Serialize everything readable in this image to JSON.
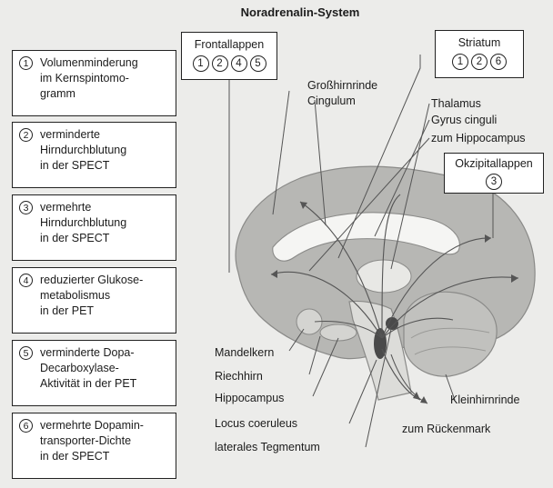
{
  "title": "Noradrenalin-System",
  "legend": [
    {
      "num": "1",
      "lines": [
        "Volumenminderung",
        "im Kernspintomo-",
        "gramm"
      ]
    },
    {
      "num": "2",
      "lines": [
        "verminderte",
        "Hirndurchblutung",
        "in der SPECT"
      ]
    },
    {
      "num": "3",
      "lines": [
        "vermehrte",
        "Hirndurchblutung",
        "in der SPECT"
      ]
    },
    {
      "num": "4",
      "lines": [
        "reduzierter Glukose-",
        "metabolismus",
        "in der PET"
      ]
    },
    {
      "num": "5",
      "lines": [
        "verminderte Dopa-",
        "Decarboxylase-",
        "Aktivität in der PET"
      ]
    },
    {
      "num": "6",
      "lines": [
        "vermehrte Dopamin-",
        "transporter-Dichte",
        "in der SPECT"
      ]
    }
  ],
  "regions": {
    "frontallappen": {
      "title": "Frontallappen",
      "nums": [
        "1",
        "2",
        "4",
        "5"
      ]
    },
    "striatum": {
      "title": "Striatum",
      "nums": [
        "1",
        "2",
        "6"
      ]
    },
    "okzipitallappen": {
      "title": "Okzipitallappen",
      "nums": [
        "3"
      ]
    }
  },
  "labels": {
    "grosshirnrinde": "Großhirnrinde",
    "cingulum": "Cingulum",
    "thalamus": "Thalamus",
    "gyrus_cinguli": "Gyrus cinguli",
    "zum_hippocampus": "zum Hippocampus",
    "mandelkern": "Mandelkern",
    "riechhirn": "Riechhirn",
    "hippocampus": "Hippocampus",
    "locus_coeruleus": "Locus coeruleus",
    "laterales_tegmentum": "laterales Tegmentum",
    "kleinhirnrinde": "Kleinhirnrinde",
    "zum_rueckenmark": "zum Rückenmark"
  },
  "colors": {
    "brain_fill": "#b7b7b4",
    "background": "#ececea",
    "nucleus": "#4a4a4a"
  }
}
